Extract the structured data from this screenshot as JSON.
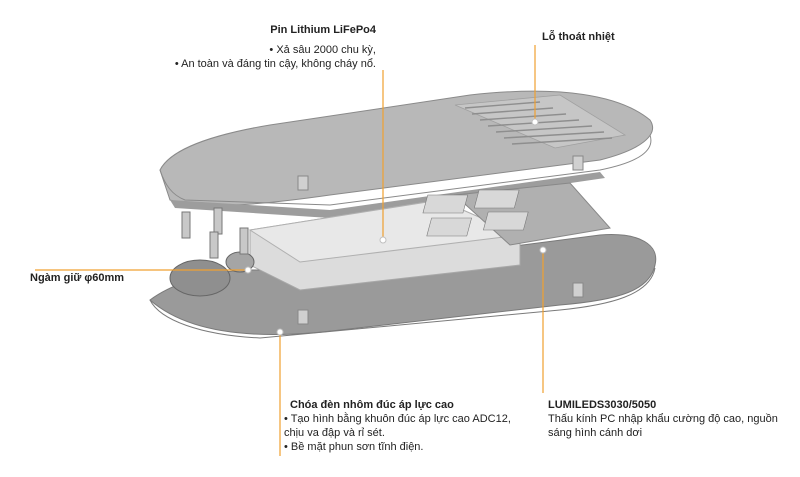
{
  "battery": {
    "title": "Pin Lithium LiFePo4",
    "bullets": [
      "• Xả sâu 2000 chu kỳ,",
      "• An toàn và đáng tin cậy, không cháy nổ."
    ]
  },
  "heat_vent": {
    "title": "Lỗ thoát nhiệt"
  },
  "clamp": {
    "title": "Ngàm giữ φ60mm"
  },
  "housing": {
    "title": "Chóa đèn nhôm đúc áp lực cao",
    "bullets": [
      "• Tạo hình bằng khuôn đúc áp lực cao ADC12,",
      "chịu va đập và rỉ sét.",
      "• Bề mặt phun sơn tĩnh điện."
    ]
  },
  "led": {
    "title": "LUMILEDS3030/5050",
    "lines": [
      "Thấu kính PC nhập khẩu cường độ cao, nguồn",
      "sáng hình cánh dơi"
    ]
  },
  "colors": {
    "leader_line": "#f0a030",
    "housing": "#9a9a9a",
    "lid": "#b8b8b8"
  }
}
